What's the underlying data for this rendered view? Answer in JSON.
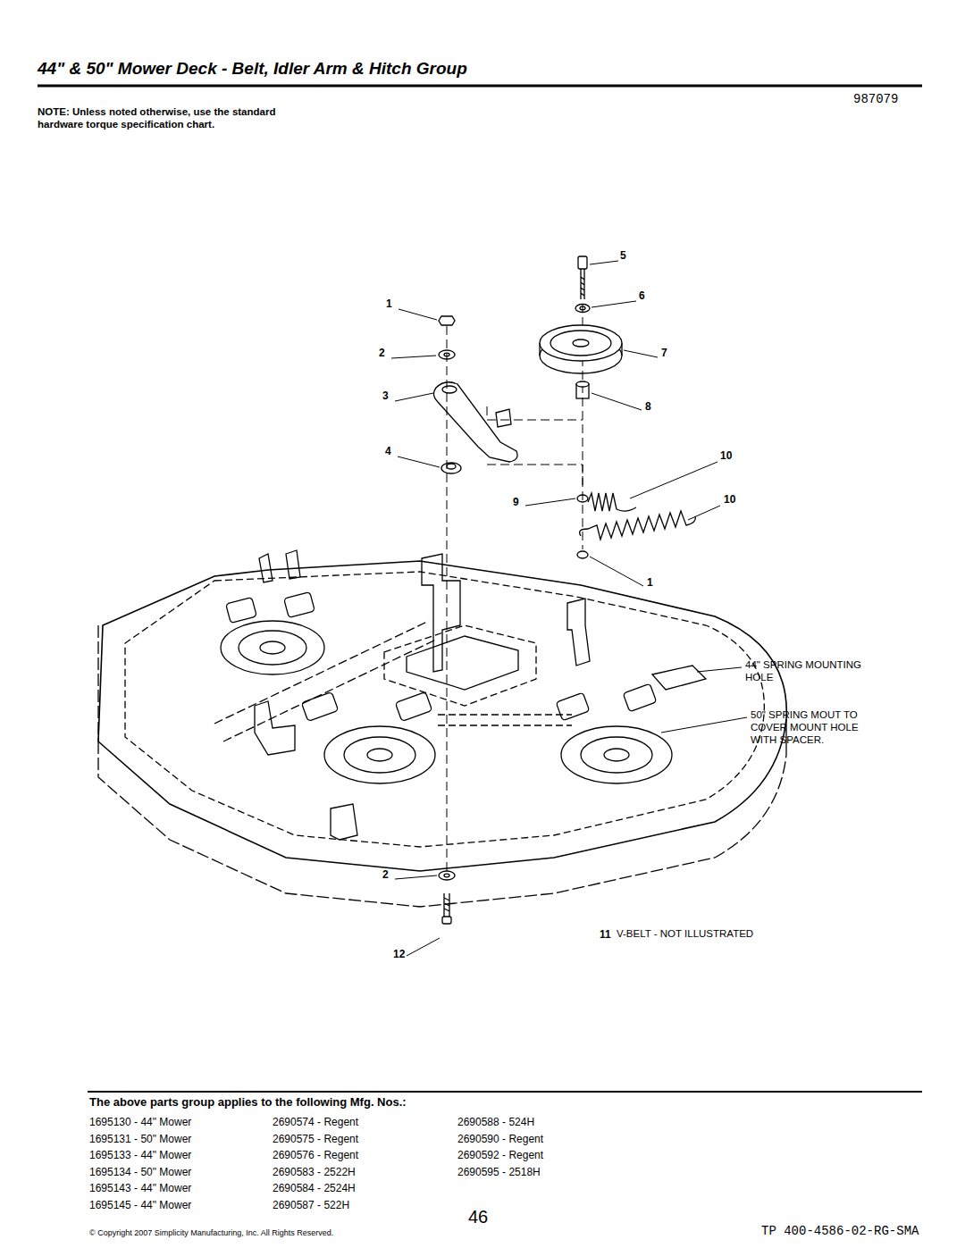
{
  "diagram": {
    "title": "44\" & 50\" Mower Deck - Belt, Idler Arm & Hitch Group",
    "labels": [
      "987079",
      "NOTE: Unless noted otherwise, use the standard hardware torque specification chart.",
      "5",
      "1",
      "6",
      "2",
      "7",
      "3",
      "8",
      "4",
      "10",
      "9",
      "10",
      "1",
      "44\" SPRING MOUNTING HOLE",
      "50\" SPRING MOUT TO COVER MOUNT HOLE WITH SPACER.",
      "2",
      "12",
      "11",
      "V-BELT - NOT ILLUSTRATED",
      "The above parts group applies to the following Mfg. Nos.:",
      "1695130 - 44\" Mower",
      "2690574 - Regent",
      "2690588 - 524H",
      "1695131 - 50\" Mower",
      "2690575 - Regent",
      "2690590 - Regent",
      "1695133 - 44\" Mower",
      "2690576 - Regent",
      "2690592 - Regent",
      "1695134 - 50\" Mower",
      "2690583 - 2522H",
      "2690595 - 2518H",
      "1695143 - 44\" Mower",
      "2690584 - 2524H",
      "1695145 - 44\" Mower",
      "2690587 - 522H",
      "46",
      "© Copyright 2007 Simplicity Manufacturing, Inc. All Rights Reserved.",
      "TP 400-4586-02-RG-SMA"
    ]
  }
}
